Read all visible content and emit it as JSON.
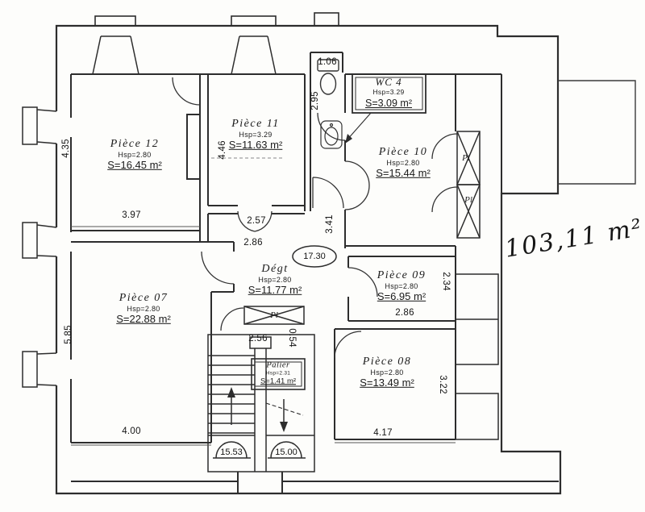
{
  "document": {
    "type": "scanned floor plan",
    "annotation_handwritten": "103,11 m²"
  },
  "rooms": [
    {
      "name": "Pièce 12",
      "hsp": "Hsp=2.80",
      "area": "S=16.45 m²"
    },
    {
      "name": "Pièce 11",
      "hsp": "Hsp=3.29",
      "area": "S=11.63 m²"
    },
    {
      "name": "WC 4",
      "hsp": "Hsp=3.29",
      "area": "S=3.09 m²"
    },
    {
      "name": "Pièce 10",
      "hsp": "Hsp=2.80",
      "area": "S=15.44 m²"
    },
    {
      "name": "Dégt",
      "hsp": "Hsp=2.80",
      "area": "S=11.77 m²"
    },
    {
      "name": "Pièce 09",
      "hsp": "Hsp=2.80",
      "area": "S=6.95 m²"
    },
    {
      "name": "Pièce 08",
      "hsp": "Hsp=2.80",
      "area": "S=13.49 m²"
    },
    {
      "name": "Pièce 07",
      "hsp": "Hsp=2.80",
      "area": "S=22.88 m²"
    },
    {
      "name": "Palier",
      "hsp": "Hsp=2.31",
      "area": "S=1.41 m²"
    }
  ],
  "dimensions": {
    "left_upper": "4.35",
    "left_lower": "5.85",
    "p12_width": "3.97",
    "p11_left": "4.46",
    "wc_corridor_height": "2.95",
    "wc_top_width": "1.06",
    "p11_door": "2.57",
    "degt_top": "2.86",
    "hall_height": "3.41",
    "p09_right": "2.34",
    "p09_width": "2.86",
    "p08_right": "3.22",
    "p08_width": "4.17",
    "p07_width": "4.00",
    "palier_width": "2.56",
    "palier_side": "0.54"
  },
  "markers": {
    "level_center": "17.30",
    "level_arch_left": "15.53",
    "level_arch_right": "15.00"
  },
  "closet_label": "Pl"
}
